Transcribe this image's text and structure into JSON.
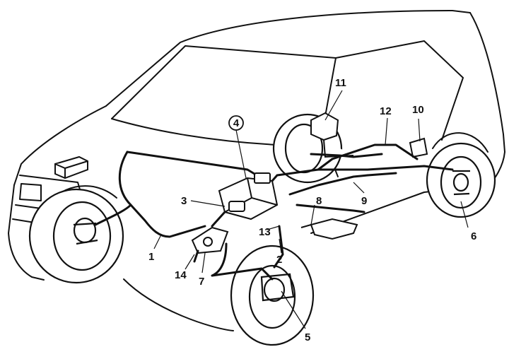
{
  "diagram": {
    "labels": {
      "l1": "1",
      "l2": "2",
      "l3": "3",
      "l4": "4",
      "l5": "5",
      "l6": "6",
      "l7": "7",
      "l8": "8",
      "l9": "9",
      "l10": "10",
      "l11": "11",
      "l12": "12",
      "l13": "13",
      "l14": "14"
    }
  },
  "colors": {
    "ink": "#111111",
    "paper": "#ffffff"
  }
}
